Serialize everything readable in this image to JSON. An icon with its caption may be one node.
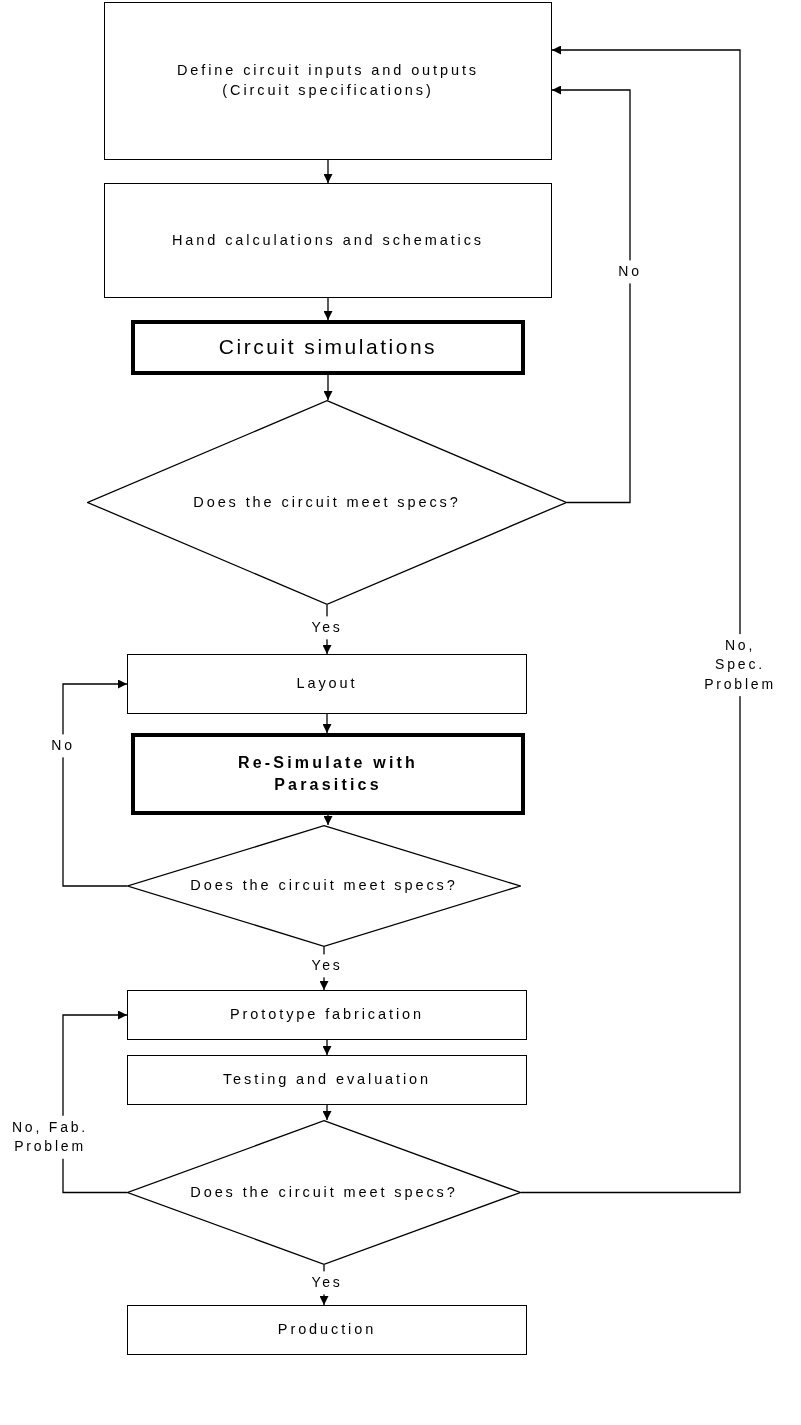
{
  "diagram": {
    "nodes": [
      {
        "text": [
          "Define circuit inputs and outputs (Circuit specifications)"
        ]
      },
      {
        "text": [
          "Hand calculations and schematics"
        ]
      },
      {
        "text": [
          "Circuit simulations"
        ]
      },
      {
        "text": [
          "Does the circuit meet specs?"
        ]
      },
      {
        "text": [
          "Layout"
        ]
      },
      {
        "text": [
          "Re-Simulate with Parasitics"
        ]
      },
      {
        "text": [
          "Does the circuit meet specs?"
        ]
      },
      {
        "text": [
          "Prototype fabrication"
        ]
      },
      {
        "text": [
          "Testing and evaluation"
        ]
      },
      {
        "text": [
          "Does the circuit meet specs?"
        ]
      },
      {
        "text": [
          "Production"
        ]
      }
    ],
    "edges": [
      {
        "from": 0,
        "to": 1,
        "arrow": "to"
      },
      {
        "from": 1,
        "to": 2,
        "arrow": "to"
      },
      {
        "from": 2,
        "to": 3,
        "arrow": "to"
      },
      {
        "from": 3,
        "to": 0,
        "arrow": "to",
        "label": "No"
      },
      {
        "from": 3,
        "to": 4,
        "arrow": "to",
        "label": "Yes"
      },
      {
        "from": 4,
        "to": 5,
        "arrow": "to"
      },
      {
        "from": 5,
        "to": 6,
        "arrow": "to"
      },
      {
        "from": 6,
        "to": 4,
        "arrow": "to",
        "label": "No"
      },
      {
        "from": 6,
        "to": 7,
        "arrow": "to",
        "label": "Yes"
      },
      {
        "from": 7,
        "to": 8,
        "arrow": "to"
      },
      {
        "from": 8,
        "to": 9,
        "arrow": "to"
      },
      {
        "from": 9,
        "to": 7,
        "arrow": "to",
        "label": "No, Fab. Problem"
      },
      {
        "from": 9,
        "to": 0,
        "arrow": "to",
        "label": "No, Spec. Problem"
      },
      {
        "from": 9,
        "to": 10,
        "arrow": "to",
        "label": "Yes"
      }
    ]
  }
}
